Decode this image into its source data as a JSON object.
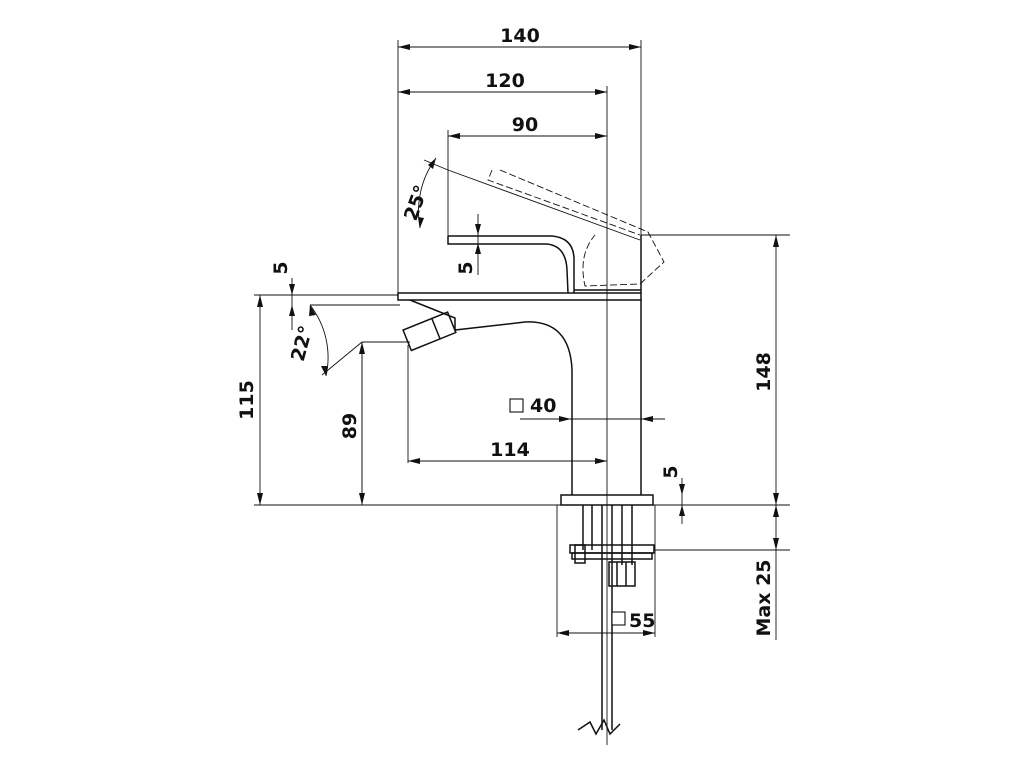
{
  "drawing": {
    "dimensions": {
      "width_140": "140",
      "width_120": "120",
      "width_90": "90",
      "lever_angle": "25°",
      "lever_offset": "5",
      "spout_offset": "5",
      "spout_angle": "22°",
      "height_115": "115",
      "height_89": "89",
      "square_40": "40",
      "reach_114": "114",
      "base_offset": "5",
      "height_148": "148",
      "max_25": "Max 25",
      "square_55": "55"
    }
  }
}
